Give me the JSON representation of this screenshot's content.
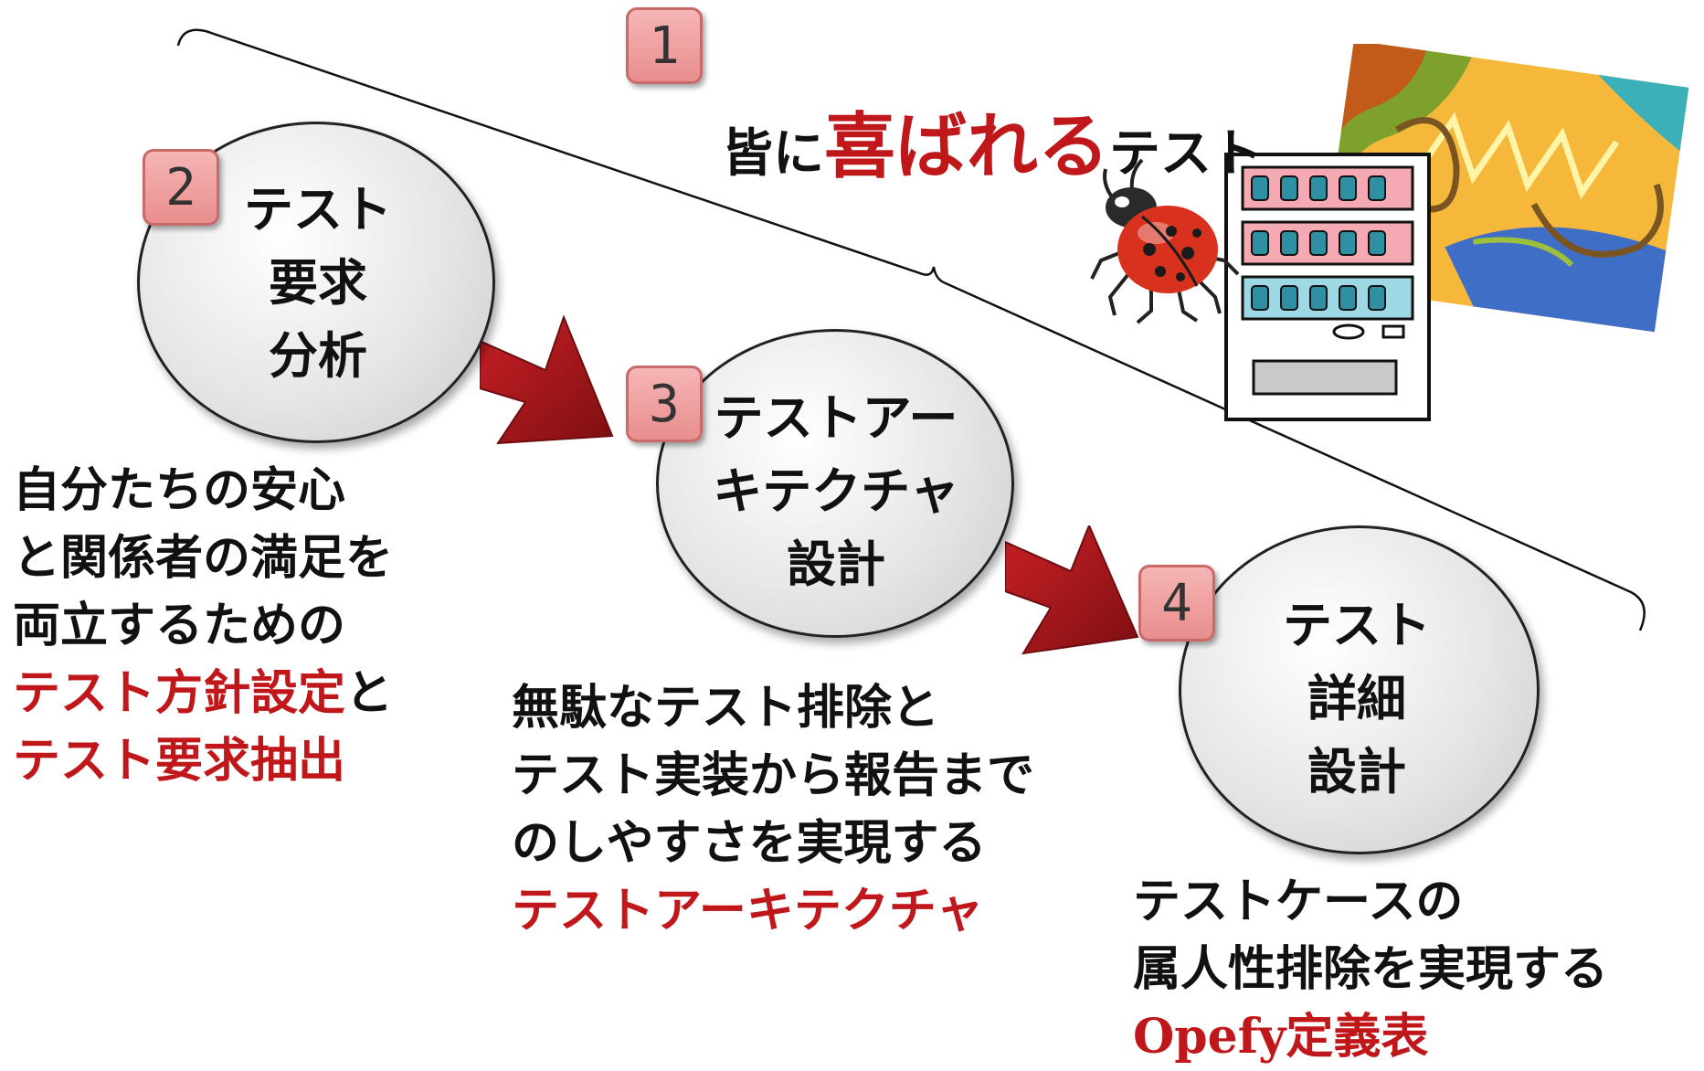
{
  "title": {
    "prefix": "皆に",
    "highlight": "喜ばれる",
    "suffix": "テスト"
  },
  "steps": [
    {
      "number": "1"
    },
    {
      "number": "2",
      "label_lines": [
        "テスト",
        "要求",
        "分析"
      ],
      "desc_lines": [
        "自分たちの安心",
        "と関係者の満足を",
        "両立するための"
      ],
      "desc_highlight_1": "テスト方針設定",
      "desc_connector": "と",
      "desc_highlight_2": "テスト要求抽出"
    },
    {
      "number": "3",
      "label_lines": [
        "テストアー",
        "キテクチャ",
        "設計"
      ],
      "desc_lines": [
        "無駄なテスト排除と",
        "テスト実装から報告まで",
        "のしやすさを実現する"
      ],
      "desc_highlight": "テストアーキテクチャ"
    },
    {
      "number": "4",
      "label_lines": [
        "テスト",
        "詳細",
        "設計"
      ],
      "desc_lines": [
        "テストケースの",
        "属人性排除を実現する"
      ],
      "desc_highlight": "Opefy定義表"
    }
  ],
  "colors": {
    "accent_red": "#c0171b",
    "arrow_red": "#b11b1f",
    "badge_pink": "#f0a3a3"
  },
  "icons": [
    "ladybug-icon",
    "vending-machine-icon",
    "abstract-art-icon"
  ]
}
